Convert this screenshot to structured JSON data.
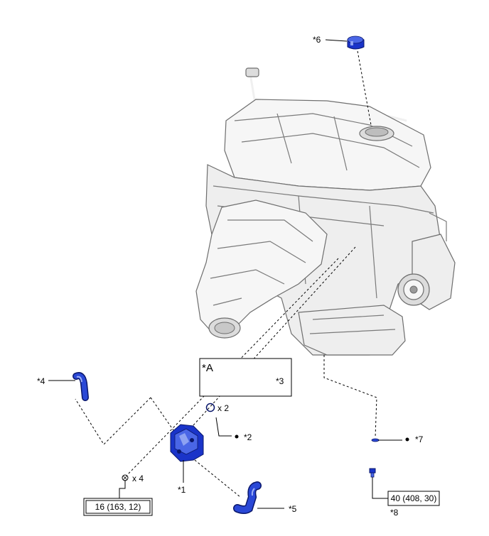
{
  "diagram": {
    "group_label": "*A",
    "callouts": {
      "c1": "*1",
      "c2": "*2",
      "c3": "*3",
      "c4": "*4",
      "c5": "*5",
      "c6": "*6",
      "c7": "*7",
      "c8": "*8"
    },
    "quantities": {
      "q_bolts": "x 4",
      "q_rings": "x 2"
    },
    "torque": {
      "t1": "16 (163, 12)",
      "t2": "40 (408, 30)"
    },
    "part_color": "#1a34c9"
  }
}
